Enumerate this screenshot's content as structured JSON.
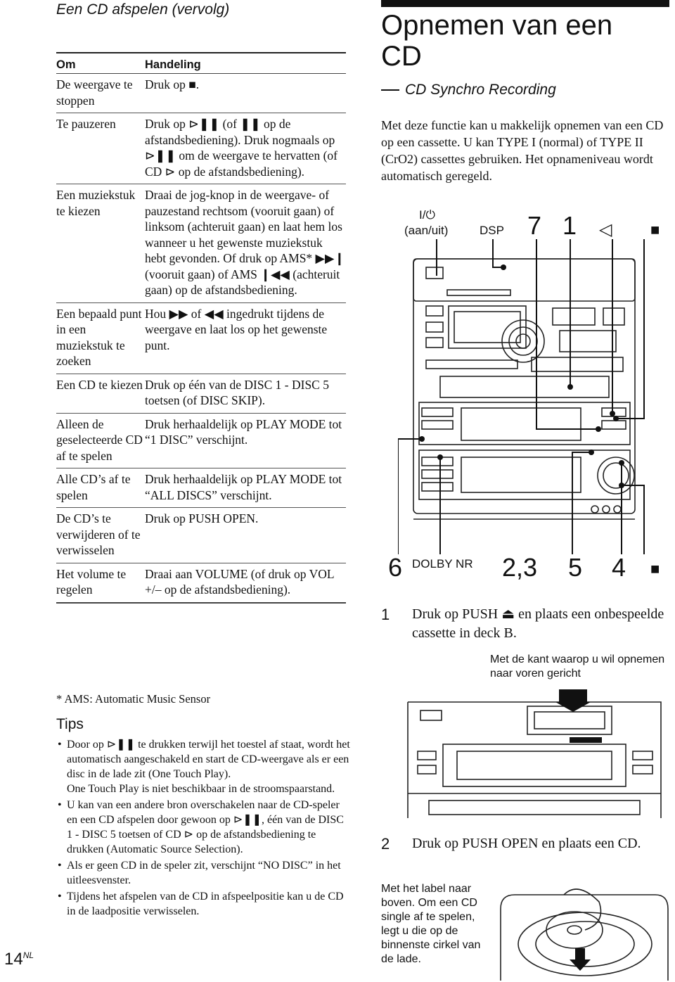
{
  "page": {
    "header_title": "Een CD afspelen (vervolg)",
    "number": "14",
    "number_suffix": "NL"
  },
  "table": {
    "col1_header": "Om",
    "col2_header": "Handeling",
    "rows": [
      {
        "purpose": "De weergave te stoppen",
        "action": "Druk op ■."
      },
      {
        "purpose": "Te pauzeren",
        "action": "Druk op ⊳❚❚ (of ❚❚ op de afstandsbediening). Druk nogmaals op ⊳❚❚ om de weergave te hervatten (of CD ⊳ op de afstandsbediening)."
      },
      {
        "purpose": "Een muziekstuk te kiezen",
        "action": "Draai de jog-knop in de weergave- of pauzestand rechtsom (vooruit gaan) of linksom (achteruit gaan) en laat hem los wanneer u het gewenste muziekstuk hebt gevonden. Of druk op AMS* ▶▶❙ (vooruit gaan) of AMS ❙◀◀ (achteruit gaan) op de afstandsbediening."
      },
      {
        "purpose": "Een bepaald punt in een muziekstuk te zoeken",
        "action": "Hou ▶▶ of ◀◀ ingedrukt tijdens de weergave en laat los op het gewenste punt."
      },
      {
        "purpose": "Een CD te kiezen",
        "action": "Druk op één van de DISC 1 - DISC 5 toetsen (of DISC SKIP)."
      },
      {
        "purpose": "Alleen de geselecteerde CD af te spelen",
        "action": "Druk herhaaldelijk op PLAY MODE tot “1 DISC” verschijnt."
      },
      {
        "purpose": "Alle CD’s af te spelen",
        "action": "Druk herhaaldelijk op PLAY MODE tot “ALL DISCS” verschijnt."
      },
      {
        "purpose": "De CD’s te verwijderen of te verwisselen",
        "action": "Druk op PUSH OPEN."
      },
      {
        "purpose": "Het volume te regelen",
        "action": "Draai aan VOLUME (of druk op VOL +/– op de afstandsbediening)."
      }
    ]
  },
  "footnote": "* AMS: Automatic Music Sensor",
  "tips": {
    "title": "Tips",
    "items": [
      "Door op ⊳❚❚ te drukken terwijl het toestel af staat, wordt het automatisch aangeschakeld en start de CD-weergave als er een disc in de lade zit (One Touch Play).",
      "U kan van een andere bron overschakelen naar de CD-speler en een CD afspelen door gewoon op ⊳❚❚, één van de DISC 1 - DISC 5 toetsen of CD ⊳ op de afstandsbediening te drukken (Automatic Source Selection).",
      "Als er geen CD in de speler zit, verschijnt “NO DISC” in het uitleesvenster.",
      "Tijdens het afspelen van de CD in afspeelpositie kan u de CD in de laadpositie verwisselen."
    ],
    "sub_note": "One Touch Play is niet beschikbaar in de stroomspaarstand."
  },
  "right": {
    "title_line1": "Opnemen van een",
    "title_line2": "CD",
    "subtitle": "CD Synchro Recording",
    "intro": "Met deze functie kan u makkelijk opnemen van een CD op een cassette. U kan TYPE I (normal) of TYPE II (CrO2) cassettes gebruiken. Het opnameniveau wordt automatisch geregeld.",
    "fig_labels": {
      "power_symbol": "I/⏻",
      "power_text": "(aan/uit)",
      "dsp": "DSP",
      "n7": "7",
      "n1": "1",
      "triangle": "◁",
      "stop_top": "■",
      "n6": "6",
      "dolby": "DOLBY NR",
      "n23": "2,3",
      "n5": "5",
      "n4": "4",
      "stop_bottom": "■"
    },
    "steps": [
      {
        "num": "1",
        "text": "Druk op PUSH ⏏ en plaats een onbespeelde cassette in deck B.",
        "note": "Met de kant waarop u wil opnemen naar voren gericht"
      },
      {
        "num": "2",
        "text": "Druk op PUSH OPEN en plaats een CD.",
        "note": "Met het label naar boven. Om een CD single af te spelen, legt u die op de binnenste cirkel van de lade."
      }
    ]
  }
}
